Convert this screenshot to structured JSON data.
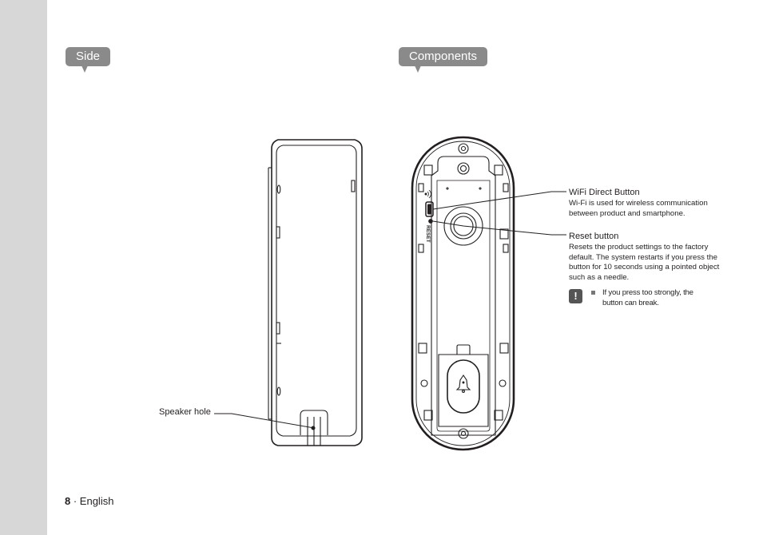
{
  "tags": {
    "side": "Side",
    "components": "Components"
  },
  "callouts": {
    "wifi": {
      "title": "WiFi Direct Button",
      "description": "Wi-Fi is used for wireless communication between product and smartphone."
    },
    "reset": {
      "title": "Reset button",
      "description": "Resets the product settings to the factory default. The system restarts if you press the button for 10 seconds using a pointed object such as a needle."
    },
    "speaker": {
      "title": "Speaker hole"
    }
  },
  "note": {
    "text": "If you press too strongly, the button can break."
  },
  "device": {
    "reset_label": "RESET"
  },
  "footer": {
    "page_number": "8",
    "separator": " · ",
    "language": "English"
  },
  "colors": {
    "sidebar": "#d7d7d7",
    "tag": "#8a8a8a",
    "line": "#231f20"
  }
}
